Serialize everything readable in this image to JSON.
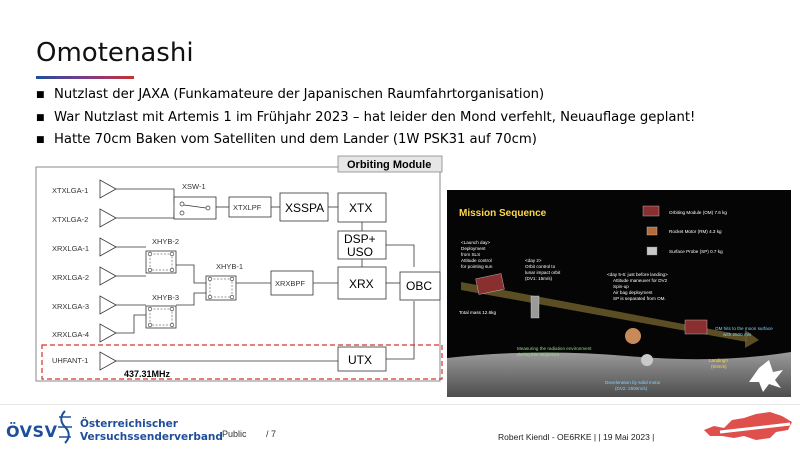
{
  "slide": {
    "title": "Omotenashi",
    "bullets": [
      "Nutzlast der JAXA (Funkamateure der Japanischen Raumfahrtorganisation)",
      "War Nutzlast mit Artemis 1 im Frühjahr 2023 – hat leider den Mond verfehlt, Neuauflage geplant!",
      "Hatte 70cm Baken vom Satelliten und dem Lander (1W PSK31 auf 70cm)"
    ],
    "bullet_marker": "■"
  },
  "diagram": {
    "module_title": "Orbiting Module",
    "antennas": [
      "XTXLGA-1",
      "XTXLGA-2",
      "XRXLGA-1",
      "XRXLGA-2",
      "XRXLGA-3",
      "XRXLGA-4",
      "UHFANT-1"
    ],
    "switch": "XSW-1",
    "hybrids": [
      "XHYB-2",
      "XHYB-1",
      "XHYB-3"
    ],
    "filters": [
      "XTXLPF",
      "XRXBPF"
    ],
    "blocks": {
      "sspa": "XSSPA",
      "xtx": "XTX",
      "dsp_line1": "DSP+",
      "dsp_line2": "USO",
      "xrx": "XRX",
      "obc": "OBC",
      "utx": "UTX"
    },
    "frequency": "437.31MHz",
    "highlight_color": "#d9302b"
  },
  "mission": {
    "title": "Mission Sequence",
    "legend": [
      "Orbiting Module (OM) 7.6 kg",
      "Rocket Motor (RM)  4.3 kg",
      "Surface Probe (SP)  0.7 kg"
    ],
    "launch": [
      "<Launch day>",
      "Deployment",
      "from SLS",
      "Attitude control",
      "for pointing sun"
    ],
    "day2": [
      "<day 2>",
      "Orbit control to",
      "lunar impact orbit",
      "(DV1: 15m/s)"
    ],
    "day56": [
      "<day 5-6: just before landing>",
      "Attitude maneuver for DV2",
      "Spin-up",
      "Air bag deployment",
      "SP is separated from OM."
    ],
    "total_mass": "Total mass 12.6kg",
    "radiation": [
      "Measuring the radiation environment",
      "during this sequence"
    ],
    "om_hits": [
      "OM hits to the moon surface",
      "with 2500 m/s"
    ],
    "decel": [
      "Deceleration by solid motor",
      "(DV2: 2500m/s)"
    ],
    "landing": [
      "Landing!!",
      "(50m/s)"
    ]
  },
  "footer": {
    "logo": "ÖVSV",
    "org_line1": "Österreichischer",
    "org_line2": "Versuchssenderverband",
    "classification": "Public",
    "page": "/ 7",
    "author_date": "Robert Kiendl - OE6RKE |  | 19 Mai 2023 |"
  }
}
